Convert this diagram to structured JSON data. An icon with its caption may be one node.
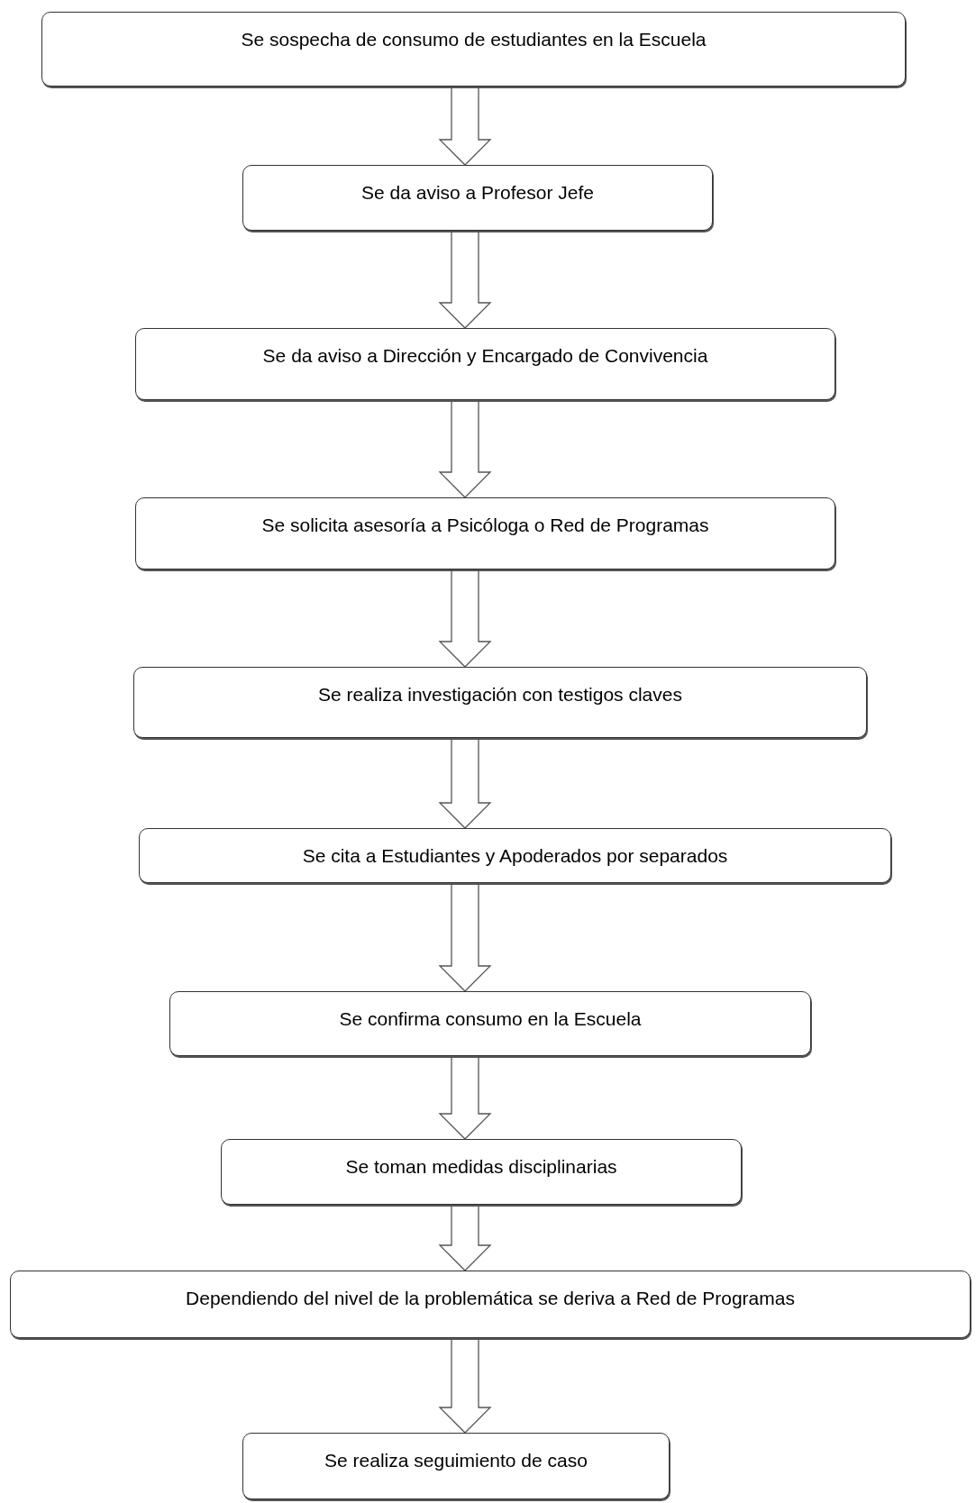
{
  "diagram": {
    "nodes": [
      {
        "text": [
          "Se sospecha de consumo de estudiantes en la Escuela"
        ]
      },
      {
        "text": [
          "Se da aviso a Profesor Jefe"
        ]
      },
      {
        "text": [
          "Se da aviso a Dirección y Encargado de Convivencia"
        ]
      },
      {
        "text": [
          "Se solicita asesoría a Psicóloga o Red de Programas"
        ]
      },
      {
        "text": [
          "Se realiza investigación con testigos claves"
        ]
      },
      {
        "text": [
          "Se cita a Estudiantes y Apoderados por separados"
        ]
      },
      {
        "text": [
          "Se confirma consumo en la Escuela"
        ]
      },
      {
        "text": [
          "Se toman medidas disciplinarias"
        ]
      },
      {
        "text": [
          "Dependiendo del nivel de la problemática se deriva a Red de Programas"
        ]
      },
      {
        "text": [
          "Se realiza seguimiento de caso"
        ]
      }
    ],
    "edges": [
      {
        "from": 0,
        "to": 1,
        "arrow": "to"
      },
      {
        "from": 1,
        "to": 2,
        "arrow": "to"
      },
      {
        "from": 2,
        "to": 3,
        "arrow": "to"
      },
      {
        "from": 3,
        "to": 4,
        "arrow": "to"
      },
      {
        "from": 4,
        "to": 5,
        "arrow": "to"
      },
      {
        "from": 5,
        "to": 6,
        "arrow": "to"
      },
      {
        "from": 6,
        "to": 7,
        "arrow": "to"
      },
      {
        "from": 7,
        "to": 8,
        "arrow": "to"
      },
      {
        "from": 8,
        "to": 9,
        "arrow": "to"
      }
    ]
  }
}
